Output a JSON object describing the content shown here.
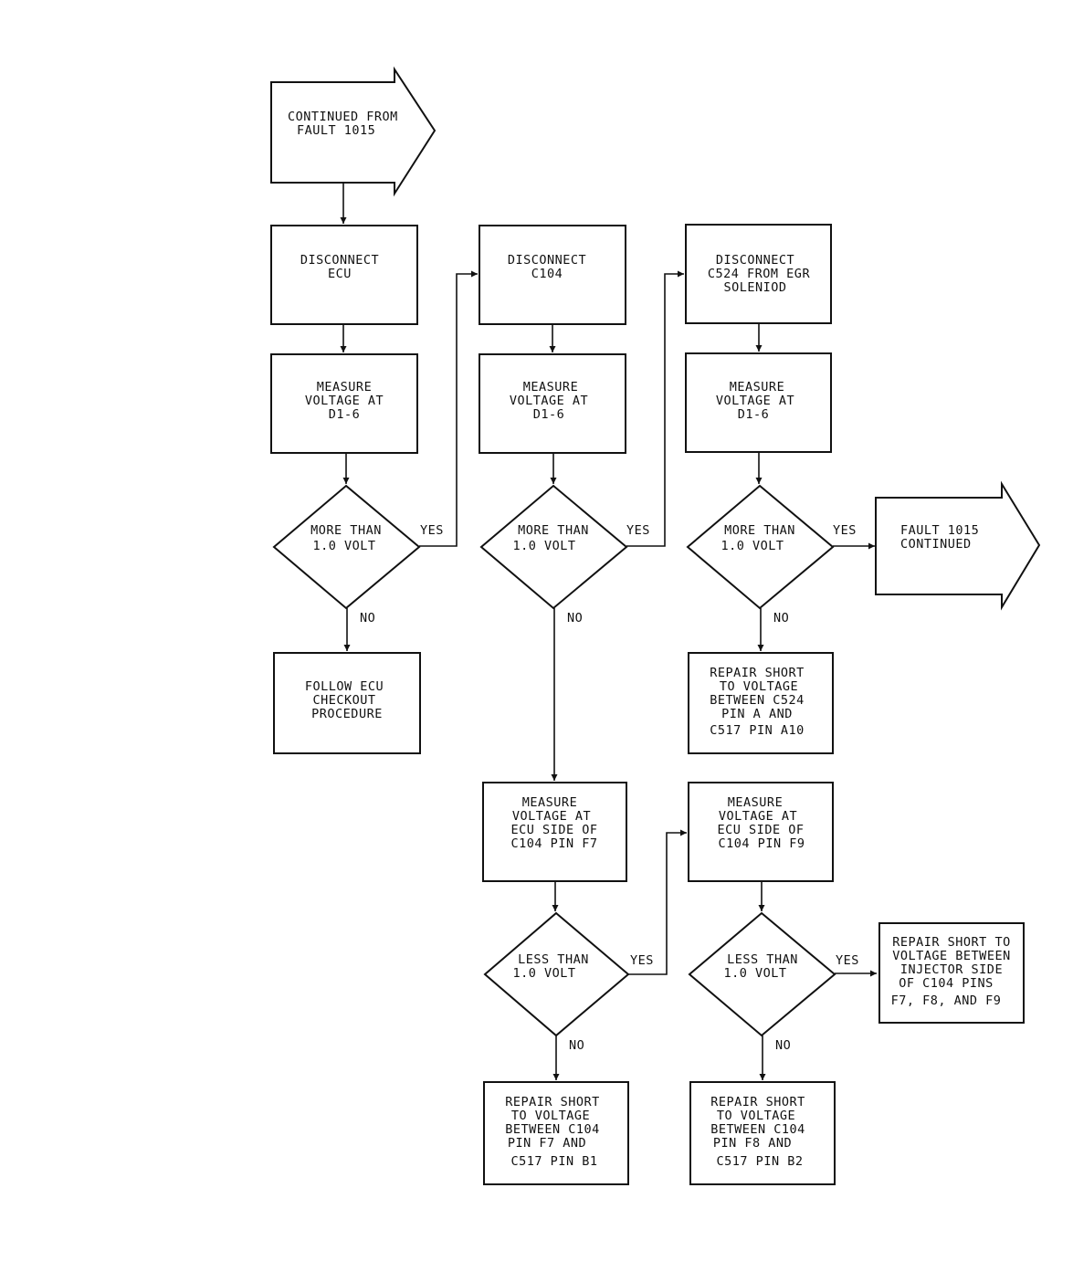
{
  "diagram": {
    "colors": {
      "ink": "#111111",
      "paper": "#ffffff"
    },
    "start_arrow": [
      "CONTINUED FROM",
      "FAULT 1015"
    ],
    "end_arrow": [
      "FAULT 1015",
      "CONTINUED"
    ],
    "col1": {
      "disconnect": [
        "DISCONNECT",
        "ECU"
      ],
      "measure": [
        "MEASURE",
        "VOLTAGE AT",
        "D1-6"
      ],
      "decision": [
        "MORE THAN",
        "1.0 VOLT"
      ],
      "yes": "YES",
      "no": "NO",
      "result": [
        "FOLLOW ECU",
        "CHECKOUT",
        "PROCEDURE"
      ]
    },
    "col2": {
      "disconnect": [
        "DISCONNECT",
        "C104"
      ],
      "measure": [
        "MEASURE",
        "VOLTAGE AT",
        "D1-6"
      ],
      "decision": [
        "MORE THAN",
        "1.0 VOLT"
      ],
      "yes": "YES",
      "no": "NO"
    },
    "col3": {
      "disconnect": [
        "DISCONNECT",
        "C524 FROM EGR",
        "SOLENIOD"
      ],
      "measure": [
        "MEASURE",
        "VOLTAGE AT",
        "D1-6"
      ],
      "decision": [
        "MORE THAN",
        "1.0 VOLT"
      ],
      "yes": "YES",
      "no": "NO",
      "result": [
        "REPAIR SHORT",
        "TO VOLTAGE",
        "BETWEEN C524",
        "PIN A AND",
        "C517 PIN A10"
      ]
    },
    "col4": {
      "measure": [
        "MEASURE",
        "VOLTAGE AT",
        "ECU SIDE OF",
        "C104 PIN F7"
      ],
      "decision": [
        "LESS THAN",
        "1.0 VOLT"
      ],
      "yes": "YES",
      "no": "NO",
      "result": [
        "REPAIR SHORT",
        "TO VOLTAGE",
        "BETWEEN C104",
        "PIN F7 AND",
        "C517 PIN B1"
      ]
    },
    "col5": {
      "measure": [
        "MEASURE",
        "VOLTAGE AT",
        "ECU SIDE OF",
        "C104 PIN F9"
      ],
      "decision": [
        "LESS THAN",
        "1.0 VOLT"
      ],
      "yes": "YES",
      "no": "NO",
      "result": [
        "REPAIR SHORT",
        "TO VOLTAGE",
        "BETWEEN C104",
        "PIN F8 AND",
        "C517 PIN B2"
      ],
      "result_yes": [
        "REPAIR SHORT TO",
        "VOLTAGE BETWEEN",
        "INJECTOR SIDE",
        "OF C104 PINS",
        "F7, F8, AND F9"
      ]
    }
  }
}
